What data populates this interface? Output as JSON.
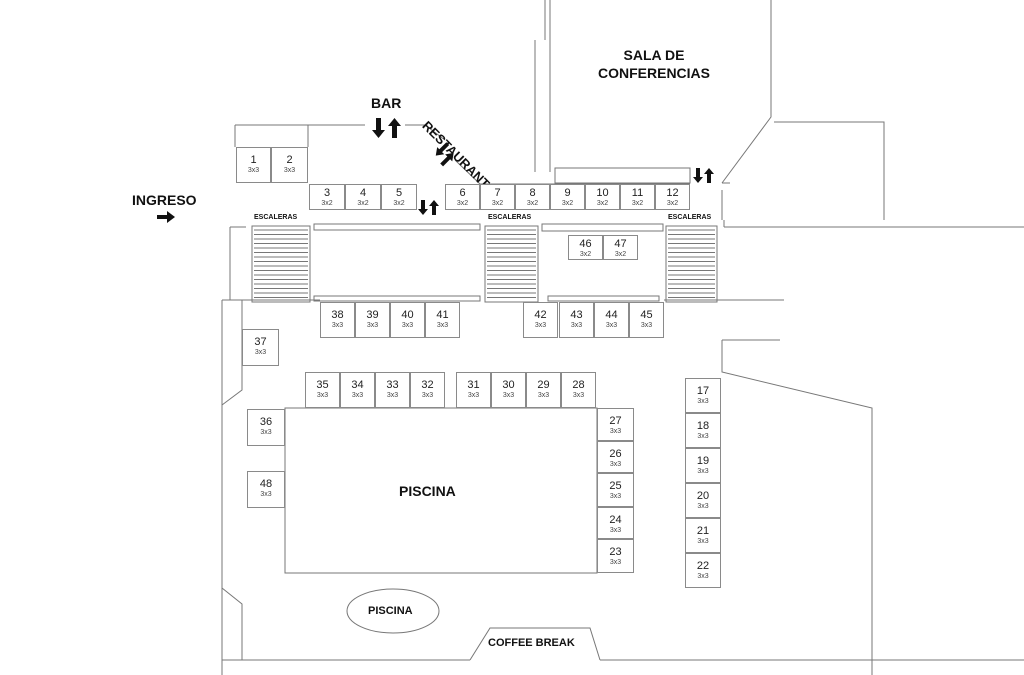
{
  "labels": {
    "sala": "SALA DE\nCONFERENCIAS",
    "bar": "BAR",
    "restaurant": "RESTAURANT",
    "ingreso": "INGRESO",
    "escaleras": "ESCALERAS",
    "piscina_main": "PISCINA",
    "piscina_small": "PISCINA",
    "coffee_break": "COFFEE BREAK"
  },
  "booths": [
    {
      "id": "1",
      "size": "3x3"
    },
    {
      "id": "2",
      "size": "3x3"
    },
    {
      "id": "3",
      "size": "3x2"
    },
    {
      "id": "4",
      "size": "3x2"
    },
    {
      "id": "5",
      "size": "3x2"
    },
    {
      "id": "6",
      "size": "3x2"
    },
    {
      "id": "7",
      "size": "3x2"
    },
    {
      "id": "8",
      "size": "3x2"
    },
    {
      "id": "9",
      "size": "3x2"
    },
    {
      "id": "10",
      "size": "3x2"
    },
    {
      "id": "11",
      "size": "3x2"
    },
    {
      "id": "12",
      "size": "3x2"
    },
    {
      "id": "46",
      "size": "3x2"
    },
    {
      "id": "47",
      "size": "3x2"
    },
    {
      "id": "38",
      "size": "3x3"
    },
    {
      "id": "39",
      "size": "3x3"
    },
    {
      "id": "40",
      "size": "3x3"
    },
    {
      "id": "41",
      "size": "3x3"
    },
    {
      "id": "42",
      "size": "3x3"
    },
    {
      "id": "43",
      "size": "3x3"
    },
    {
      "id": "44",
      "size": "3x3"
    },
    {
      "id": "45",
      "size": "3x3"
    },
    {
      "id": "37",
      "size": "3x3"
    },
    {
      "id": "35",
      "size": "3x3"
    },
    {
      "id": "34",
      "size": "3x3"
    },
    {
      "id": "33",
      "size": "3x3"
    },
    {
      "id": "32",
      "size": "3x3"
    },
    {
      "id": "31",
      "size": "3x3"
    },
    {
      "id": "30",
      "size": "3x3"
    },
    {
      "id": "29",
      "size": "3x3"
    },
    {
      "id": "28",
      "size": "3x3"
    },
    {
      "id": "36",
      "size": "3x3"
    },
    {
      "id": "48",
      "size": "3x3"
    },
    {
      "id": "27",
      "size": "3x3"
    },
    {
      "id": "26",
      "size": "3x3"
    },
    {
      "id": "25",
      "size": "3x3"
    },
    {
      "id": "24",
      "size": "3x3"
    },
    {
      "id": "23",
      "size": "3x3"
    },
    {
      "id": "17",
      "size": "3x3"
    },
    {
      "id": "18",
      "size": "3x3"
    },
    {
      "id": "19",
      "size": "3x3"
    },
    {
      "id": "20",
      "size": "3x3"
    },
    {
      "id": "21",
      "size": "3x3"
    },
    {
      "id": "22",
      "size": "3x3"
    }
  ]
}
